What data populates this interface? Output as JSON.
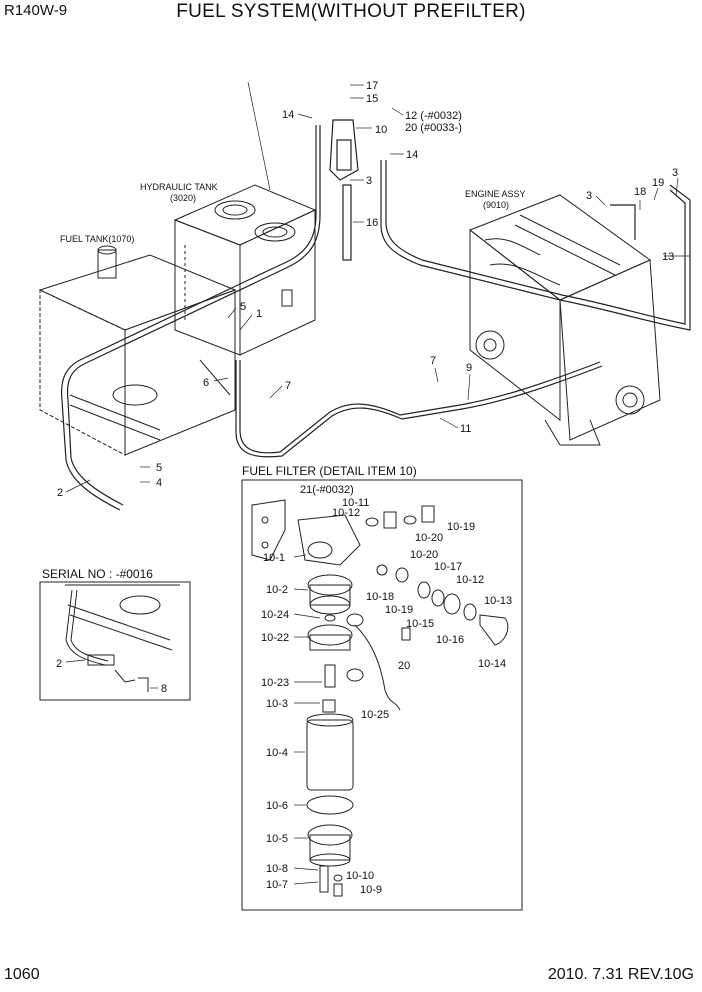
{
  "header": {
    "model": "R140W-9",
    "title": "FUEL SYSTEM(WITHOUT PREFILTER)"
  },
  "footer": {
    "page": "1060",
    "revision": "2010. 7.31  REV.10G"
  },
  "captions": {
    "hydraulic_tank": "HYDRAULIC TANK",
    "hydraulic_tank_code": "(3020)",
    "fuel_tank": "FUEL TANK(1070)",
    "engine_assy": "ENGINE ASSY",
    "engine_assy_code": "(9010)",
    "fuel_filter_detail": "FUEL FILTER (DETAIL ITEM 10)",
    "serial_no": "SERIAL NO : -#0016"
  },
  "callouts": {
    "c17": "17",
    "c15": "15",
    "c12a": "12 (-#0032)",
    "c20a": "20 (#0033-)",
    "c14a": "14",
    "c10": "10",
    "c14b": "14",
    "c3a": "3",
    "c16": "16",
    "c3b": "3",
    "c18": "18",
    "c19": "19",
    "c3c": "3",
    "c13": "13",
    "c5a": "5",
    "c1": "1",
    "c6": "6",
    "c7a": "7",
    "c7b": "7",
    "c9": "9",
    "c11": "11",
    "c5b": "5",
    "c4": "4",
    "c2a": "2",
    "f21": "21(-#0032)",
    "f10_11": "10-11",
    "f10_12a": "10-12",
    "f10_19a": "10-19",
    "f10_20a": "10-20",
    "f10_1": "10-1",
    "f10_20b": "10-20",
    "f10_17": "10-17",
    "f10_12b": "10-12",
    "f10_2": "10-2",
    "f10_18": "10-18",
    "f10_19b": "10-19",
    "f10_13": "10-13",
    "f10_15": "10-15",
    "f10_16": "10-16",
    "f10_24": "10-24",
    "f10_22": "10-22",
    "f20": "20",
    "f10_14": "10-14",
    "f10_23": "10-23",
    "f10_3": "10-3",
    "f10_25": "10-25",
    "f10_4": "10-4",
    "f10_6": "10-6",
    "f10_5": "10-5",
    "f10_8": "10-8",
    "f10_7": "10-7",
    "f10_10": "10-10",
    "f10_9": "10-9",
    "s2": "2",
    "s8": "8"
  }
}
